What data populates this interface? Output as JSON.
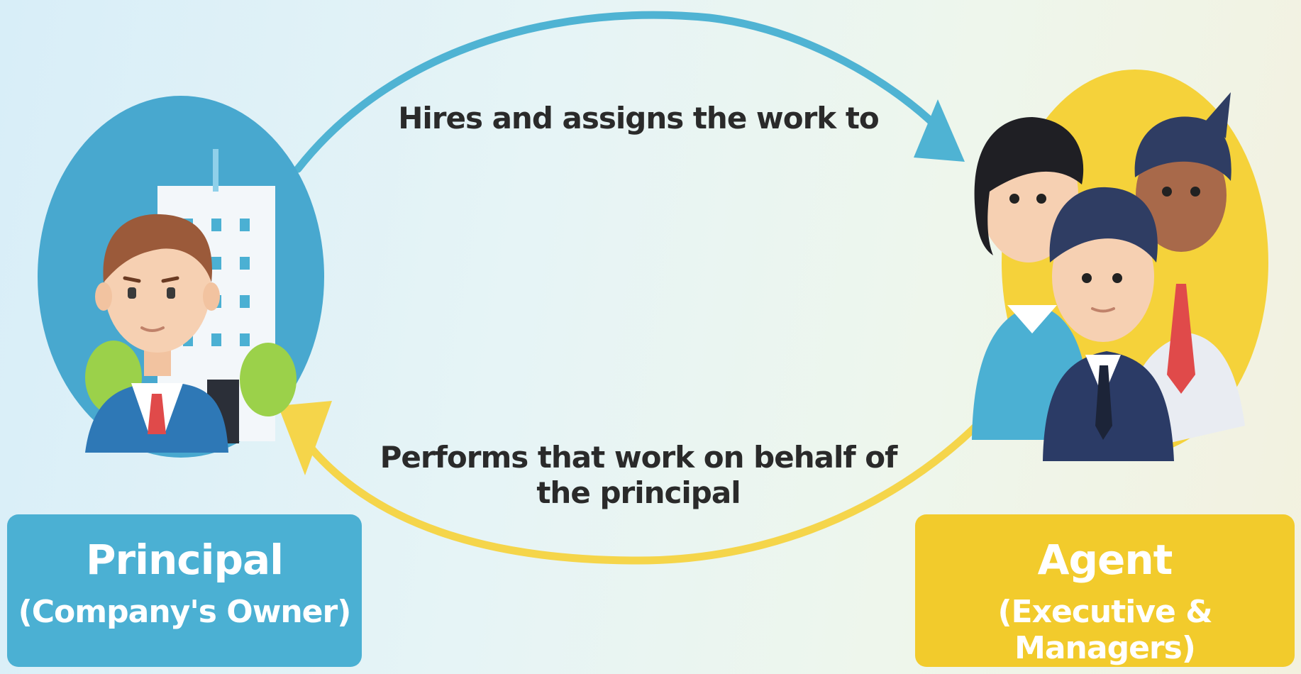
{
  "diagram": {
    "top_arrow_label": "Hires and assigns the work to",
    "bottom_arrow_label_line1": "Performs that work on behalf of",
    "bottom_arrow_label_line2": "the principal",
    "principal": {
      "title": "Principal",
      "subtitle": "(Company's Owner)"
    },
    "agent": {
      "title": "Agent",
      "subtitle": "(Executive & Managers)"
    }
  },
  "icons": {
    "principal_illustration": "businessman-with-office-building-icon",
    "agent_illustration": "group-of-three-employees-icon",
    "top_arrow": "arrow-right-curved-icon",
    "bottom_arrow": "arrow-left-curved-icon"
  },
  "colors": {
    "principal_accent": "#4bb0d3",
    "agent_accent": "#f2cb2c",
    "top_arrow": "#4fb3d3",
    "bottom_arrow": "#f5d54a",
    "label_text": "#2a2a2a"
  }
}
